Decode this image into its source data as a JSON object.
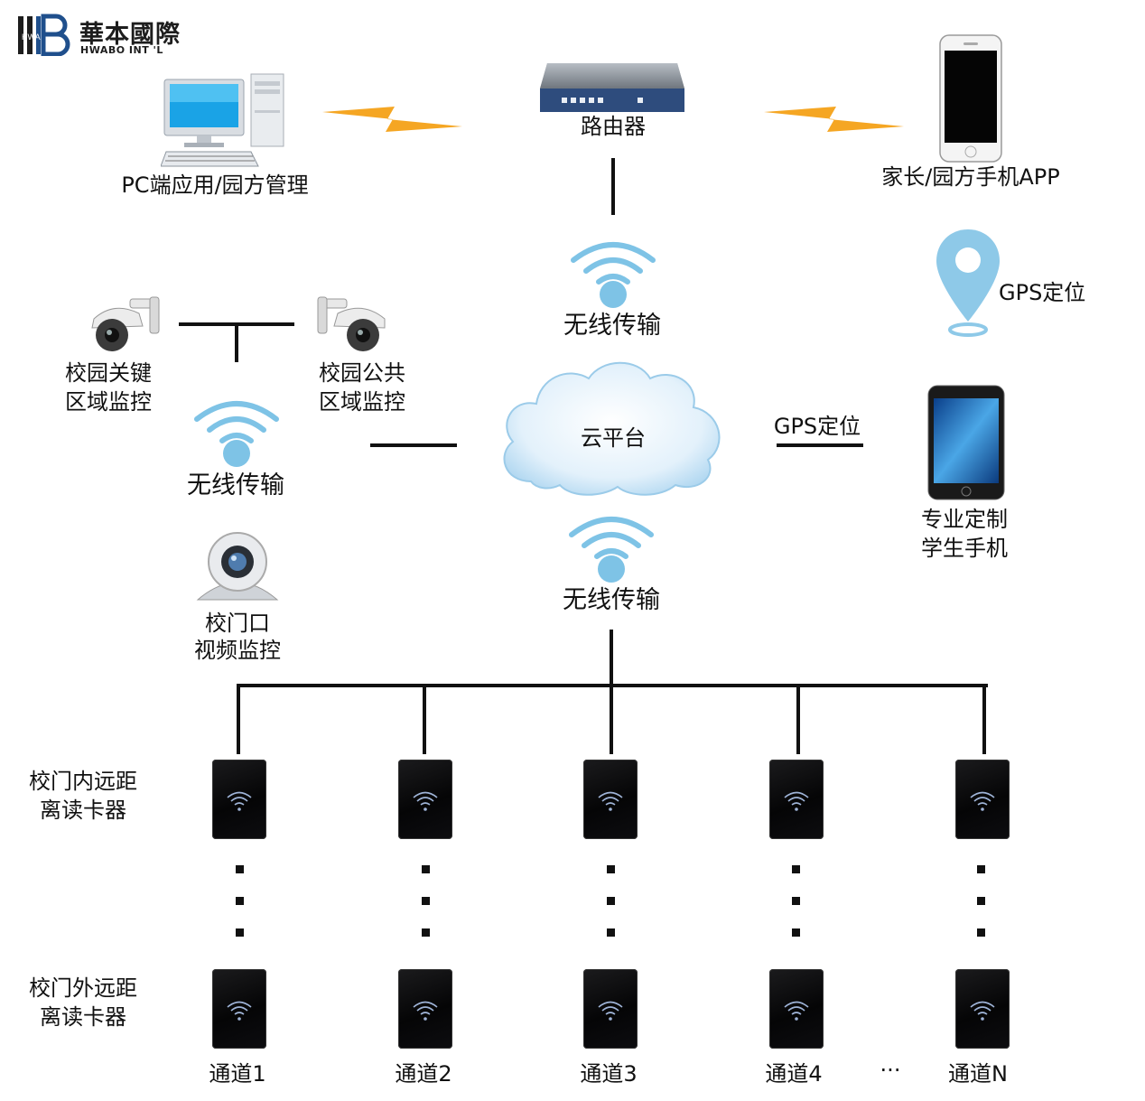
{
  "logo": {
    "name": "華本國際",
    "sub": "HWABO INT 'L"
  },
  "nodes": {
    "pc": "PC端应用/园方管理",
    "router": "路由器",
    "phone_app": "家长/园方手机APP",
    "gps_pin": "GPS定位",
    "wireless_top": "无线传输",
    "cam_key_1": "校园关键",
    "cam_key_2": "区域监控",
    "cam_public_1": "校园公共",
    "cam_public_2": "区域监控",
    "wireless_left": "无线传输",
    "cloud": "云平台",
    "gps_link": "GPS定位",
    "student_phone_1": "专业定制",
    "student_phone_2": "学生手机",
    "wireless_bottom": "无线传输",
    "gate_cam_1": "校门口",
    "gate_cam_2": "视频监控"
  },
  "rows": {
    "inner_1": "校门内远距",
    "inner_2": "离读卡器",
    "outer_1": "校门外远距",
    "outer_2": "离读卡器"
  },
  "channels": [
    "通道1",
    "通道2",
    "通道3",
    "通道4",
    "通道N"
  ],
  "ellipsis": "···",
  "colors": {
    "lightning": "#f5a623",
    "wifi": "#7ec3e6",
    "pin": "#8ec9e8",
    "logo_blue": "#1f4f8c"
  }
}
